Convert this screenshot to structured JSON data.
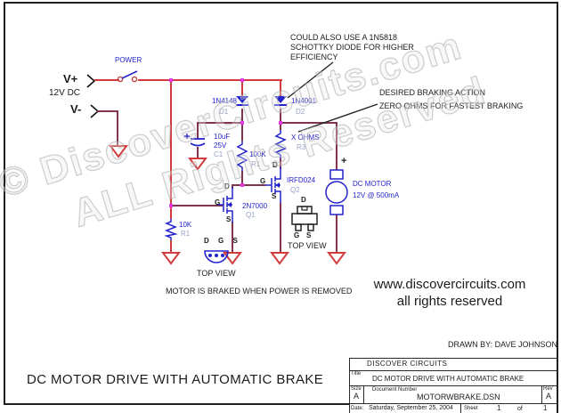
{
  "colors": {
    "wire_red": "#d23b3b",
    "wire_maroon": "#83344e",
    "component_blue": "#2323cc",
    "refdes_gray": "#98a0c8",
    "junction_magenta": "#e638e6",
    "text_black": "#1c1c1c",
    "watermark_gray": "#c9c9c9"
  },
  "watermark": {
    "line1": "© DiscoverCircuits.com",
    "line2": "ALL Rights Reserved"
  },
  "ports": {
    "vplus": "V+",
    "vminus": "V-",
    "supply": "12V DC"
  },
  "power_switch": {
    "label": "POWER"
  },
  "components": {
    "d1": {
      "value": "1N4148",
      "ref": "D1"
    },
    "d2": {
      "value": "1N4001",
      "ref": "D2"
    },
    "c1": {
      "value": "10uF",
      "voltage": "25V",
      "ref": "C1"
    },
    "r_pullup": {
      "value": "100K",
      "ref": "R1"
    },
    "r_pulldown": {
      "value": "10K",
      "ref": "R1"
    },
    "r_brake": {
      "value": "X OHMS",
      "ref": "R3"
    },
    "q1": {
      "value": "2N7000",
      "ref": "Q1"
    },
    "q2": {
      "value": "IRFD024",
      "ref": "Q2"
    },
    "motor": {
      "name": "DC MOTOR",
      "rating": "12V @ 500mA",
      "polarity": "+"
    }
  },
  "pins": {
    "d": "D",
    "g": "G",
    "s": "S",
    "dgs": "D G S"
  },
  "package_views": {
    "to92_caption": "TOP VIEW",
    "dpak_caption": "TOP VIEW"
  },
  "annotations": {
    "schottky1": "COULD ALSO USE A 1N5818",
    "schottky2": "SCHOTTKY DIODE FOR HIGHER",
    "schottky3": "EFFICIENCY",
    "braking1": "DESIRED BRAKING ACTION",
    "braking2": "ZERO OHMS FOR FASTEST BRAKING",
    "motor_note": "MOTOR IS BRAKED WHEN POWER IS REMOVED",
    "drawn_by": "DRAWN BY: DAVE JOHNSON",
    "site1": "www.discovercircuits.com",
    "site2": "all rights reserved"
  },
  "footer": {
    "title": "DC MOTOR DRIVE WITH AUTOMATIC BRAKE"
  },
  "titleblock": {
    "company": "DISCOVER CIRCUITS",
    "title_label": "Title",
    "title": "DC MOTOR DRIVE WITH AUTOMATIC BRAKE",
    "size_label": "Size",
    "size": "A",
    "doc_label": "Document Number",
    "doc": "MOTORWBRAKE.DSN",
    "rev_label": "Rev",
    "rev": "A",
    "date_label": "Date:",
    "date": "Saturday, September 25, 2004",
    "sheet_label": "Sheet",
    "sheet_num": "1",
    "of": "of",
    "sheet_total": "1"
  }
}
